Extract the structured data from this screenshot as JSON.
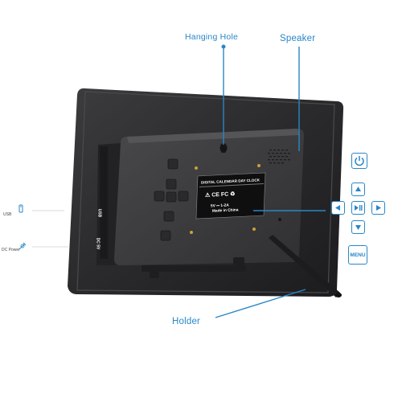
{
  "callouts": {
    "hanging_hole": "Hanging Hole",
    "speaker": "Speaker",
    "holder": "Holder"
  },
  "side_ports": {
    "usb_label": "USB",
    "dc_power_label": "DC Power"
  },
  "frame_back": {
    "port_usb": "USB",
    "port_dc": "DC 5V",
    "label_title": "DIGITAL CALENDAR DAY CLOCK",
    "label_rating": "5V ⎓ 1-2A",
    "label_origin": "Made in China"
  },
  "controls": {
    "power": "power-icon",
    "up": "arrow-up-icon",
    "left": "arrow-left-icon",
    "play_pause": "play-pause-icon",
    "right": "arrow-right-icon",
    "down": "arrow-down-icon",
    "menu_label": "MENU"
  },
  "colors": {
    "accent": "#2a86c8",
    "frame": "#2b2b2d",
    "panel": "#3a3a3c"
  }
}
